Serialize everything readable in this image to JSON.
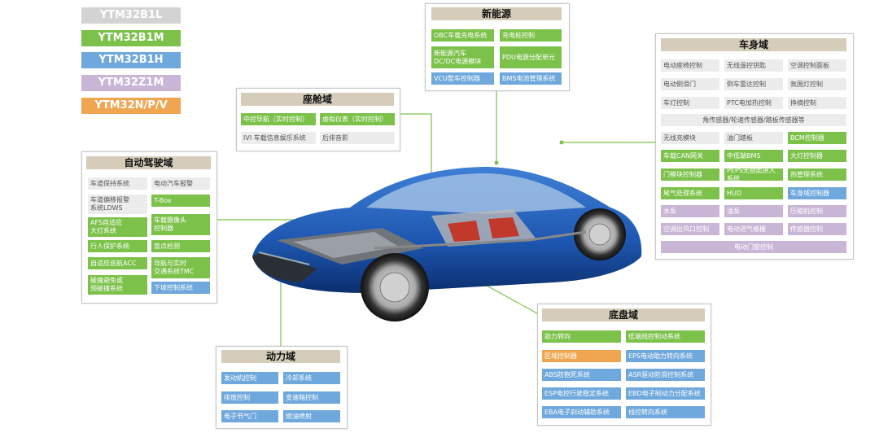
{
  "legend": [
    {
      "label": "YTM32B1L",
      "color": "#d3d3d3"
    },
    {
      "label": "YTM32B1M",
      "color": "#7cc24a"
    },
    {
      "label": "YTM32B1H",
      "color": "#6fa8dc"
    },
    {
      "label": "YTM32Z1M",
      "color": "#c9b6d6"
    },
    {
      "label": "YTM32N/P/V",
      "color": "#f0a650"
    }
  ],
  "nev": {
    "title": "新能源",
    "cells": [
      "OBC车载充电系统",
      "充电桩控制",
      "新能源汽车\nDC/DC电源模块",
      "PDU电源分配单元",
      "VCU整车控制器",
      "BMS电池管理系统"
    ]
  },
  "cockpit": {
    "title": "座舱域",
    "cells": [
      "中控导航（实时控制）",
      "虚拟仪表（实时控制）",
      "IVI 车载信息娱乐系统",
      "后排音影"
    ]
  },
  "adas": {
    "title": "自动驾驶域",
    "cells": [
      "车道保持系统",
      "电动汽车报警",
      "车道偏移报警\n系统LDWS",
      "T-Box",
      "AFS自适应\n大灯系统",
      "车载摄像头\n控制器",
      "行人保护系统",
      "盲点检测",
      "自适应巡航ACC",
      "导航与实时\n交通系统TMC",
      "碰撞避免或\n预碰撞系统",
      "下坡控制系统"
    ]
  },
  "body": {
    "title": "车身域",
    "cells": [
      "电动座椅控制",
      "无线遥控钥匙",
      "空调控制面板",
      "电动侧滑门",
      "倒车雷达控制",
      "氛围灯控制",
      "车灯控制",
      "PTC电加热控制",
      "挣摘控制",
      "角传感器/轮速传感器/踏板传感器等",
      "无线充模块",
      "油门踏板",
      "BCM控制器",
      "车载CAN网关",
      "中低端BMS",
      "大灯控制器",
      "门模块控制器",
      "PEPS无钥匙进入系统",
      "热管理系统",
      "尾气处理系统",
      "HUD",
      "车身域控制器",
      "水泵",
      "油泵",
      "压缩机控制",
      "空调出风口控制",
      "电动进气格栅",
      "传感器控制",
      "电动门窗控制"
    ]
  },
  "power": {
    "title": "动力域",
    "cells": [
      "发动机控制",
      "冷却系统",
      "排放控制",
      "变速箱控制",
      "电子节气门",
      "燃油喷射"
    ]
  },
  "chassis": {
    "title": "底盘域",
    "cells": [
      "助力转向",
      "低端线控制动系统",
      "区域控制器",
      "EPS电动助力转向系统",
      "ABS防抱死系统",
      "ASR驱动防滑控制系统",
      "ESP电控行驶稳定系统",
      "EBD电子制动力分配系统",
      "EBA电子刹动辅助系统",
      "线控转向系统"
    ]
  }
}
